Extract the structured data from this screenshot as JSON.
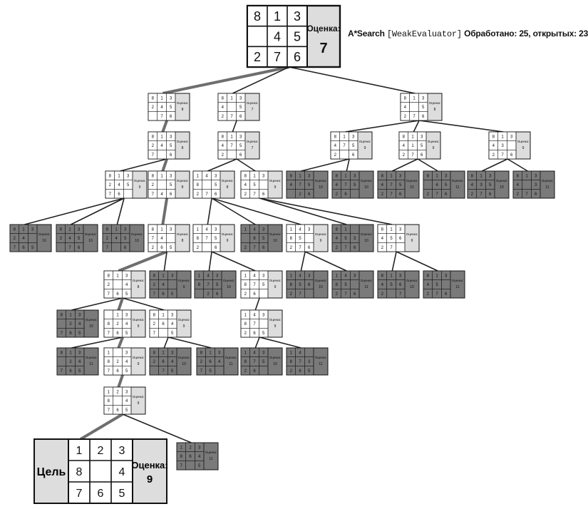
{
  "caption": {
    "algorithm": "A*Search",
    "evaluator": "[WeakEvaluator]",
    "processed_label": "Обработано: 25,",
    "open_label": "открытых: 23"
  },
  "score_label": "Оценка:",
  "goal_label": "Цель",
  "colors": {
    "expanded": "#dddddd",
    "leaf": "#7a7a7a",
    "path": "#6e6e6e",
    "edge": "#222222"
  },
  "nodes": [
    {
      "id": "root",
      "board": [
        8,
        1,
        3,
        0,
        4,
        5,
        2,
        7,
        6
      ],
      "score": 7,
      "style": "expanded",
      "parent": null,
      "path": false
    },
    {
      "id": "a1",
      "board": [
        8,
        1,
        3,
        2,
        4,
        5,
        0,
        7,
        6
      ],
      "score": 8,
      "style": "expanded",
      "parent": "root",
      "path": true
    },
    {
      "id": "a2",
      "board": [
        8,
        1,
        3,
        2,
        4,
        5,
        7,
        0,
        6
      ],
      "score": 8,
      "style": "expanded",
      "parent": "a1",
      "path": true
    },
    {
      "id": "a3",
      "board": [
        8,
        1,
        3,
        2,
        4,
        5,
        7,
        6,
        0
      ],
      "score": 9,
      "style": "expanded",
      "parent": "a2",
      "path": false
    },
    {
      "id": "a4",
      "board": [
        8,
        1,
        3,
        2,
        0,
        5,
        7,
        4,
        6
      ],
      "score": 8,
      "style": "expanded",
      "parent": "a2",
      "path": true
    },
    {
      "id": "a5",
      "board": [
        8,
        1,
        3,
        2,
        4,
        0,
        7,
        6,
        5
      ],
      "score": 10,
      "style": "leaf",
      "parent": "a3",
      "path": false
    },
    {
      "id": "a6",
      "board": [
        8,
        1,
        3,
        2,
        4,
        5,
        0,
        7,
        6
      ],
      "score": 10,
      "style": "leaf",
      "parent": "a3",
      "path": false
    },
    {
      "id": "a7",
      "board": [
        8,
        1,
        3,
        2,
        4,
        5,
        7,
        0,
        6
      ],
      "score": 10,
      "style": "leaf",
      "parent": "a3",
      "path": false
    },
    {
      "id": "a8",
      "board": [
        8,
        1,
        3,
        7,
        4,
        0,
        2,
        6,
        5
      ],
      "score": 8,
      "style": "expanded",
      "parent": "a4",
      "path": true
    },
    {
      "id": "b1",
      "board": [
        8,
        1,
        3,
        2,
        0,
        4,
        7,
        6,
        5
      ],
      "score": 8,
      "style": "expanded",
      "parent": "a8",
      "path": true
    },
    {
      "id": "b2",
      "board": [
        8,
        1,
        3,
        2,
        4,
        0,
        7,
        6,
        5
      ],
      "score": 9,
      "style": "leaf",
      "parent": "a8",
      "path": false
    },
    {
      "id": "b3",
      "board": [
        8,
        1,
        3,
        0,
        2,
        4,
        7,
        6,
        5
      ],
      "score": 10,
      "style": "leaf",
      "parent": "b1",
      "path": false
    },
    {
      "id": "b4",
      "board": [
        0,
        1,
        3,
        8,
        2,
        4,
        7,
        6,
        5
      ],
      "score": 9,
      "style": "expanded",
      "parent": "b1",
      "path": true
    },
    {
      "id": "b5",
      "board": [
        8,
        1,
        3,
        2,
        6,
        4,
        7,
        0,
        5
      ],
      "score": 9,
      "style": "expanded",
      "parent": "b1",
      "path": false
    },
    {
      "id": "b6",
      "board": [
        8,
        1,
        3,
        0,
        2,
        4,
        7,
        6,
        5
      ],
      "score": 11,
      "style": "leaf",
      "parent": "b4",
      "path": false
    },
    {
      "id": "b7",
      "board": [
        1,
        0,
        3,
        8,
        2,
        4,
        7,
        6,
        5
      ],
      "score": 9,
      "style": "expanded",
      "parent": "b4",
      "path": true
    },
    {
      "id": "b8",
      "board": [
        8,
        1,
        3,
        2,
        6,
        4,
        0,
        7,
        5
      ],
      "score": 10,
      "style": "leaf",
      "parent": "b5",
      "path": false
    },
    {
      "id": "b9",
      "board": [
        8,
        1,
        3,
        2,
        6,
        4,
        7,
        5,
        0
      ],
      "score": 11,
      "style": "leaf",
      "parent": "b5",
      "path": false
    },
    {
      "id": "b10",
      "board": [
        1,
        2,
        3,
        8,
        0,
        4,
        7,
        6,
        5
      ],
      "score": 9,
      "style": "expanded",
      "parent": "b7",
      "path": true
    },
    {
      "id": "b11",
      "board": [
        1,
        2,
        3,
        8,
        6,
        4,
        7,
        0,
        5
      ],
      "score": 11,
      "style": "leaf",
      "parent": "b10",
      "path": false
    },
    {
      "id": "c1",
      "board": [
        8,
        1,
        3,
        4,
        0,
        5,
        2,
        7,
        6
      ],
      "score": 7,
      "style": "expanded",
      "parent": "root",
      "path": false
    },
    {
      "id": "c2",
      "board": [
        8,
        1,
        3,
        4,
        7,
        5,
        2,
        0,
        6
      ],
      "score": 7,
      "style": "expanded",
      "parent": "c1",
      "path": false
    },
    {
      "id": "c3",
      "board": [
        1,
        4,
        3,
        8,
        0,
        5,
        2,
        7,
        6
      ],
      "score": 8,
      "style": "expanded",
      "parent": "c2",
      "path": false
    },
    {
      "id": "c4",
      "board": [
        8,
        1,
        3,
        4,
        5,
        0,
        2,
        7,
        6
      ],
      "score": 9,
      "style": "expanded",
      "parent": "c2",
      "path": false
    },
    {
      "id": "c5",
      "board": [
        1,
        4,
        3,
        8,
        7,
        5,
        2,
        0,
        6
      ],
      "score": 9,
      "style": "expanded",
      "parent": "c3",
      "path": false
    },
    {
      "id": "c6",
      "board": [
        1,
        4,
        3,
        0,
        8,
        5,
        2,
        7,
        6
      ],
      "score": 10,
      "style": "leaf",
      "parent": "c3",
      "path": false
    },
    {
      "id": "c7",
      "board": [
        1,
        4,
        3,
        8,
        5,
        0,
        2,
        7,
        6
      ],
      "score": 9,
      "style": "expanded",
      "parent": "c3",
      "path": false
    },
    {
      "id": "c8",
      "board": [
        8,
        1,
        0,
        4,
        5,
        3,
        2,
        7,
        6
      ],
      "score": 10,
      "style": "leaf",
      "parent": "c4",
      "path": false
    },
    {
      "id": "c9",
      "board": [
        8,
        1,
        3,
        4,
        5,
        6,
        2,
        7,
        0
      ],
      "score": 9,
      "style": "expanded",
      "parent": "c4",
      "path": false
    },
    {
      "id": "c10",
      "board": [
        1,
        4,
        3,
        8,
        7,
        5,
        0,
        2,
        6
      ],
      "score": 10,
      "style": "leaf",
      "parent": "c5",
      "path": false
    },
    {
      "id": "c11",
      "board": [
        1,
        4,
        3,
        8,
        7,
        5,
        2,
        6,
        0
      ],
      "score": 9,
      "style": "expanded",
      "parent": "c5",
      "path": false
    },
    {
      "id": "c12",
      "board": [
        1,
        4,
        3,
        8,
        5,
        6,
        2,
        7,
        0
      ],
      "score": 10,
      "style": "leaf",
      "parent": "c7",
      "path": false
    },
    {
      "id": "c13",
      "board": [
        1,
        4,
        3,
        8,
        5,
        0,
        2,
        7,
        6
      ],
      "score": 11,
      "style": "leaf",
      "parent": "c7",
      "path": false
    },
    {
      "id": "c14",
      "board": [
        8,
        1,
        3,
        4,
        5,
        6,
        2,
        0,
        7
      ],
      "score": 10,
      "style": "leaf",
      "parent": "c9",
      "path": false
    },
    {
      "id": "c15",
      "board": [
        8,
        1,
        3,
        4,
        5,
        0,
        2,
        7,
        6
      ],
      "score": 11,
      "style": "leaf",
      "parent": "c9",
      "path": false
    },
    {
      "id": "c16",
      "board": [
        1,
        4,
        3,
        8,
        7,
        0,
        2,
        6,
        5
      ],
      "score": 9,
      "style": "expanded",
      "parent": "c11",
      "path": false
    },
    {
      "id": "c17",
      "board": [
        1,
        4,
        3,
        8,
        7,
        5,
        2,
        6,
        0
      ],
      "score": 10,
      "style": "leaf",
      "parent": "c16",
      "path": false
    },
    {
      "id": "c18",
      "board": [
        1,
        4,
        0,
        8,
        7,
        3,
        2,
        6,
        5
      ],
      "score": 11,
      "style": "leaf",
      "parent": "c16",
      "path": false
    },
    {
      "id": "d1",
      "board": [
        8,
        1,
        3,
        4,
        0,
        5,
        2,
        7,
        6
      ],
      "score": 8,
      "style": "expanded",
      "parent": "root",
      "path": false
    },
    {
      "id": "d2",
      "board": [
        8,
        1,
        3,
        4,
        7,
        5,
        2,
        0,
        6
      ],
      "score": 9,
      "style": "expanded",
      "parent": "d1",
      "path": false
    },
    {
      "id": "d3",
      "board": [
        8,
        1,
        3,
        4,
        1,
        5,
        2,
        7,
        6
      ],
      "score": 9,
      "style": "expanded",
      "parent": "d1",
      "path": false
    },
    {
      "id": "d4",
      "board": [
        8,
        1,
        3,
        4,
        3,
        0,
        2,
        7,
        6
      ],
      "score": 9,
      "style": "expanded",
      "parent": "d1",
      "path": false
    },
    {
      "id": "d5",
      "board": [
        8,
        1,
        3,
        4,
        7,
        5,
        0,
        2,
        6
      ],
      "score": 10,
      "style": "leaf",
      "parent": "d2",
      "path": false
    },
    {
      "id": "d6",
      "board": [
        8,
        1,
        3,
        4,
        7,
        5,
        2,
        6,
        0
      ],
      "score": 10,
      "style": "leaf",
      "parent": "d2",
      "path": false
    },
    {
      "id": "d7",
      "board": [
        8,
        1,
        3,
        4,
        7,
        5,
        2,
        7,
        6
      ],
      "score": 10,
      "style": "leaf",
      "parent": "d3",
      "path": false
    },
    {
      "id": "d8",
      "board": [
        8,
        1,
        3,
        0,
        4,
        5,
        2,
        7,
        6
      ],
      "score": 11,
      "style": "leaf",
      "parent": "d3",
      "path": false
    },
    {
      "id": "d9",
      "board": [
        8,
        1,
        3,
        4,
        3,
        5,
        2,
        7,
        6
      ],
      "score": 10,
      "style": "leaf",
      "parent": "d4",
      "path": false
    },
    {
      "id": "d10",
      "board": [
        8,
        1,
        3,
        4,
        0,
        3,
        2,
        7,
        6
      ],
      "score": 11,
      "style": "leaf",
      "parent": "d4",
      "path": false
    },
    {
      "id": "goal",
      "board": [
        1,
        2,
        3,
        8,
        0,
        4,
        7,
        6,
        5
      ],
      "score": 9,
      "style": "expanded",
      "parent": "b10",
      "path": true,
      "goal": true
    }
  ]
}
